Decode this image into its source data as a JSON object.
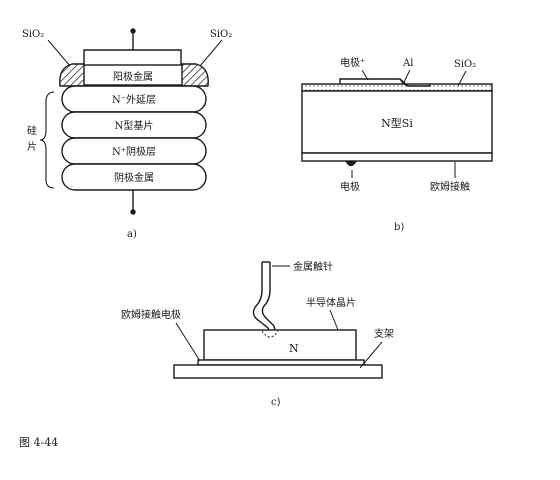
{
  "diagram_a": {
    "sio2_left": "SiO₂",
    "sio2_right": "SiO₂",
    "anode_metal": "阳极金属",
    "n_epi": "N⁻外延层",
    "n_substrate": "N型基片",
    "n_cathode_layer": "N⁺阴极层",
    "cathode_metal": "阴极金属",
    "side_label_top": "硅",
    "side_label_bottom": "片",
    "caption": "a)"
  },
  "diagram_b": {
    "electrode_top": "电极⁺",
    "al": "Al",
    "sio2": "SiO₂",
    "n_si": "N型Si",
    "electrode_bottom": "电极",
    "ohmic": "欧姆接触",
    "caption": "b)"
  },
  "diagram_c": {
    "metal_probe": "金属触针",
    "semiconductor_chip": "半导体晶片",
    "ohmic_electrode": "欧姆接触电极",
    "n": "N",
    "bracket": "支架",
    "caption": "c)"
  },
  "figure_label": "图 4-44"
}
